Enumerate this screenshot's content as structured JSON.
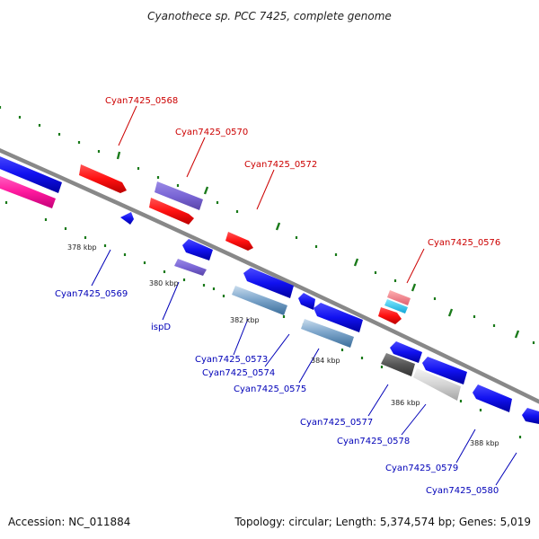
{
  "title": "Cyanothece sp. PCC 7425, complete genome",
  "footer": {
    "accession": "Accession: NC_011884",
    "topology": "Topology: circular; Length: 5,374,574 bp; Genes: 5,019"
  },
  "colors": {
    "backbone": "#888888",
    "tick": "#1a7a1a",
    "label_red": "#cc0000",
    "label_blue": "#0000b8"
  },
  "tick_labels": [
    "378 kbp",
    "380 kbp",
    "382 kbp",
    "384 kbp",
    "386 kbp",
    "388 kbp"
  ],
  "labels_top": [
    "Cyan7425_0568",
    "Cyan7425_0570",
    "Cyan7425_0572",
    "Cyan7425_0576"
  ],
  "labels_bottom": [
    "Cyan7425_0569",
    "ispD",
    "Cyan7425_0573",
    "Cyan7425_0574",
    "Cyan7425_0575",
    "Cyan7425_0577",
    "Cyan7425_0578",
    "Cyan7425_0579",
    "Cyan7425_0580"
  ]
}
